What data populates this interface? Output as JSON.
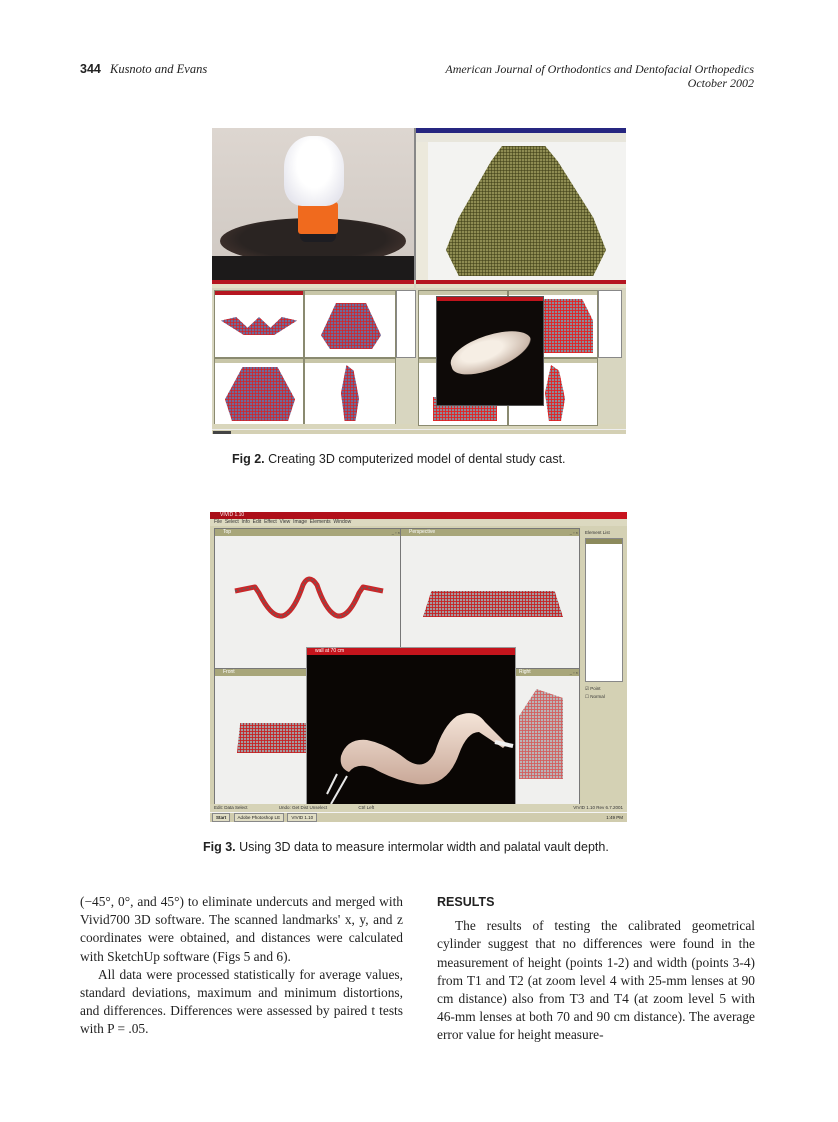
{
  "header": {
    "page_number": "344",
    "authors": "Kusnoto and Evans",
    "journal": "American Journal of Orthodontics and Dentofacial Orthopedics",
    "issue_date": "October 2002"
  },
  "figures": [
    {
      "label": "Fig 2.",
      "caption": "Creating 3D computerized model of dental study cast.",
      "panels": [
        {
          "name": "scanner-photo",
          "description": "Dental cast on orange pedestal atop black turntable"
        },
        {
          "name": "wireframe-window",
          "description": "Green wireframe mesh of palate"
        },
        {
          "name": "four-view-window-left",
          "description": "Four orthographic views, red/blue mesh"
        },
        {
          "name": "four-view-window-right",
          "description": "Four views with rendered 3D cast popup"
        }
      ]
    },
    {
      "label": "Fig 3.",
      "caption": "Using 3D data to measure intermolar width and palatal vault depth.",
      "window": {
        "title": "VIVID 1.10",
        "menu": [
          "File",
          "Select",
          "Info",
          "Edit",
          "Effect",
          "View",
          "Image",
          "Elements",
          "Window"
        ],
        "panes": [
          {
            "title": "Top"
          },
          {
            "title": "Perspective"
          },
          {
            "title": "Front"
          },
          {
            "title": "Right"
          }
        ],
        "popup_title": "wall at 70 cm",
        "side_panel": {
          "title": "Element List",
          "options": [
            {
              "label": "Point",
              "checked": true
            },
            {
              "label": "Normal",
              "checked": false
            }
          ]
        },
        "status": {
          "left": "Edit: Data Select",
          "middle": "Undo: Get Dist Unselect",
          "right": "Ctrl Left",
          "far_right": "VIVID 1.10 Rev 6.7.2001"
        },
        "taskbar": {
          "start": "Start",
          "items": [
            "Adobe Photoshop LE",
            "VIVID 1.10"
          ],
          "clock": "1:49 PM"
        }
      }
    }
  ],
  "body": {
    "left_column": {
      "paragraphs": [
        "(−45°, 0°, and 45°) to eliminate undercuts and merged with Vivid700 3D software. The scanned landmarks' x, y, and z coordinates were obtained, and distances were calculated with SketchUp software (Figs 5 and 6).",
        "All data were processed statistically for average values, standard deviations, maximum and minimum distortions, and differences. Differences were assessed by paired t tests with P = .05."
      ]
    },
    "right_column": {
      "heading": "RESULTS",
      "paragraphs": [
        "The results of testing the calibrated geometrical cylinder suggest that no differences were found in the measurement of height (points 1-2) and width (points 3-4) from T1 and T2 (at zoom level 4 with 25-mm lenses at 90 cm distance) also from T3 and T4 (at zoom level 5 with 46-mm lenses at both 70 and 90 cm distance). The average error value for height measure-"
      ]
    }
  },
  "colors": {
    "win_titlebar_red": "#b51620",
    "pane_title_olive": "#a8a67a",
    "mesh_red": "#e01e1e",
    "cast_orange": "#f06a1e"
  }
}
